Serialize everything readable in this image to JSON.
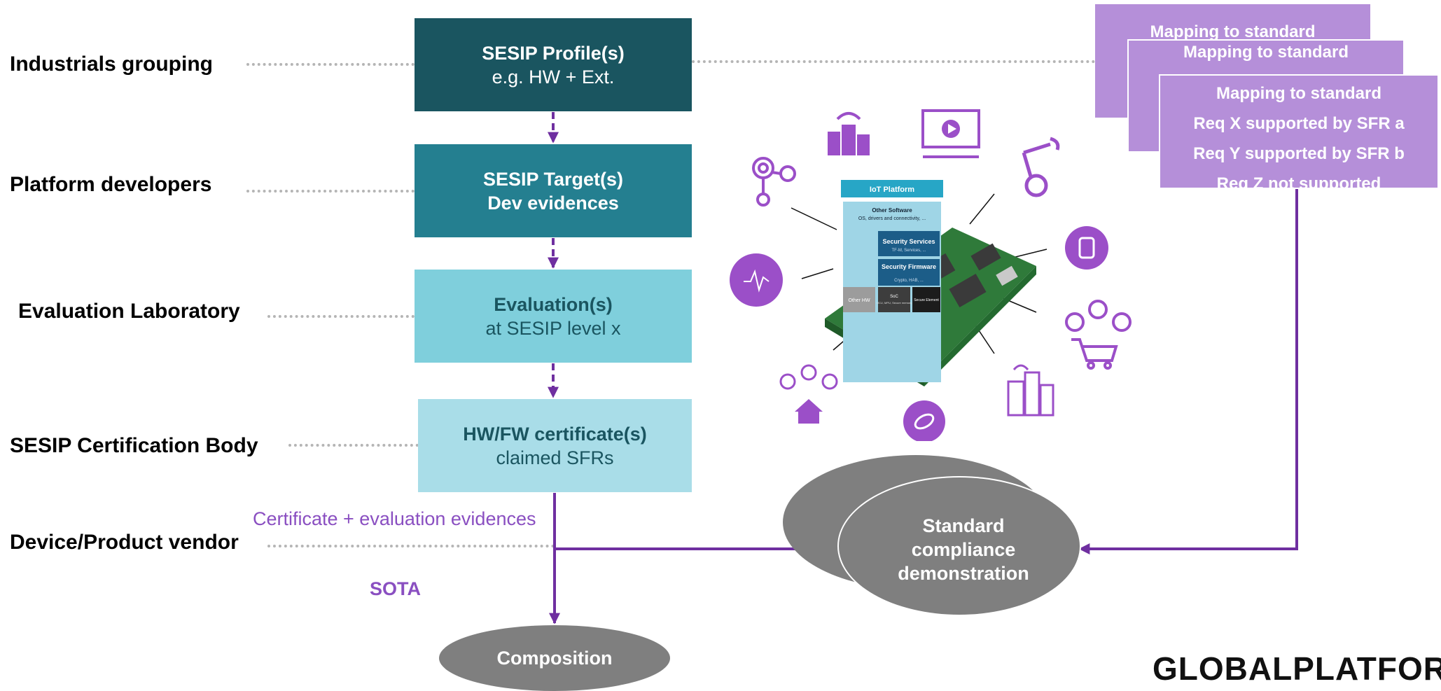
{
  "roles": [
    {
      "label": "Industrials grouping"
    },
    {
      "label": "Platform developers"
    },
    {
      "label": "Evaluation Laboratory"
    },
    {
      "label": "SESIP Certification Body"
    },
    {
      "label": "Device/Product vendor"
    }
  ],
  "boxes": {
    "profile": {
      "line1": "SESIP Profile(s)",
      "line2": "e.g. HW + Ext."
    },
    "target": {
      "line1": "SESIP Target(s)",
      "line2": "Dev evidences"
    },
    "evaluation": {
      "line1": "Evaluation(s)",
      "line2": "at SESIP level x"
    },
    "certificate": {
      "line1": "HW/FW certificate(s)",
      "line2": "claimed SFRs"
    }
  },
  "mapping": {
    "back_title": "Mapping to standard",
    "middle_title": "Mapping to standard",
    "front": {
      "title": "Mapping to standard",
      "lines": [
        "Req X supported by SFR a",
        "Req Y supported by SFR b",
        "Req Z not supported"
      ]
    }
  },
  "flow_labels": {
    "certificate_evidences": "Certificate + evaluation evidences",
    "sota": "SOTA"
  },
  "composition": "Composition",
  "compliance": [
    "Standard",
    "compliance",
    "demonstration"
  ],
  "iot": {
    "title": "IoT Platform",
    "other_software": "Other Software",
    "other_software_sub": "OS, drivers and connectivity, ...",
    "security_services": "Security Services",
    "security_services_sub": "TF-M, Services, ...",
    "security_firmware": "Security Firmware",
    "security_firmware_sub": "Crypto, HAB, ...",
    "other_hw": "Other HW",
    "soc": "SoC",
    "soc_sub": "MCU, MPU, Secure memory",
    "secure_element": "Secure Element"
  },
  "logo": "GLOBALPLATFORM",
  "colors": {
    "profile": "#1a5560",
    "target": "#247f90",
    "evaluation": "#7fcfdc",
    "certificate": "#a9dde8",
    "purple": "#6f2fa0",
    "mapping": "#b58fd9",
    "icon_purple": "#9b4fc8",
    "gray": "#7f7f7f"
  }
}
